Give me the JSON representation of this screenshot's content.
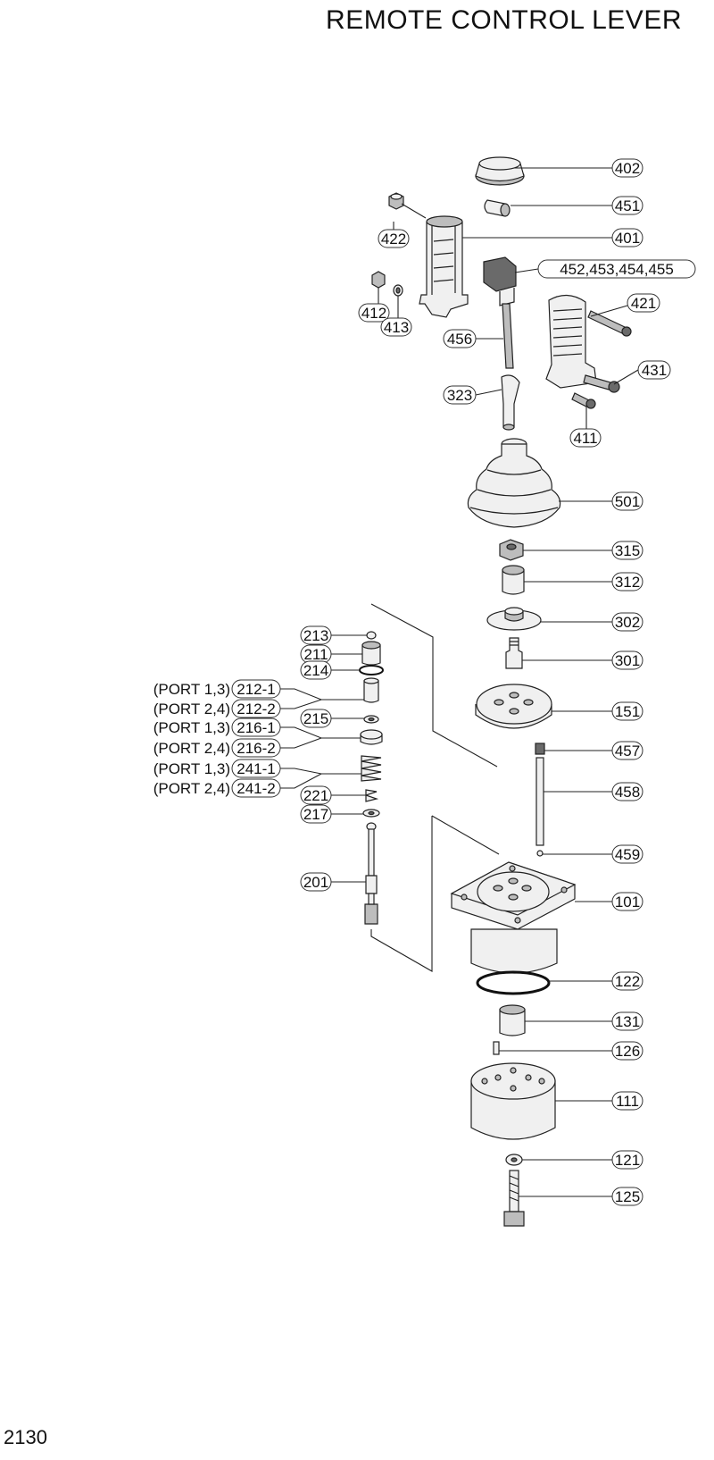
{
  "title": "REMOTE CONTROL LEVER",
  "page_number": "2130",
  "callouts": {
    "c402": "402",
    "c451": "451",
    "c401": "401",
    "c422": "422",
    "c452": "452,453,454,455",
    "c421": "421",
    "c412": "412",
    "c413": "413",
    "c456": "456",
    "c431": "431",
    "c323": "323",
    "c411": "411",
    "c501": "501",
    "c315": "315",
    "c312": "312",
    "c302": "302",
    "c301": "301",
    "c151": "151",
    "c457": "457",
    "c458": "458",
    "c459": "459",
    "c101": "101",
    "c122": "122",
    "c131": "131",
    "c126": "126",
    "c111": "111",
    "c121": "121",
    "c125": "125",
    "c213": "213",
    "c211": "211",
    "c214": "214",
    "c212_1": "212-1",
    "c212_2": "212-2",
    "c215": "215",
    "c216_1": "216-1",
    "c216_2": "216-2",
    "c241_1": "241-1",
    "c241_2": "241-2",
    "c221": "221",
    "c217": "217",
    "c201": "201"
  },
  "port_notes": {
    "p212_1": "(PORT 1,3)",
    "p212_2": "(PORT 2,4)",
    "p216_1": "(PORT 1,3)",
    "p216_2": "(PORT 2,4)",
    "p241_1": "(PORT 1,3)",
    "p241_2": "(PORT 2,4)"
  }
}
